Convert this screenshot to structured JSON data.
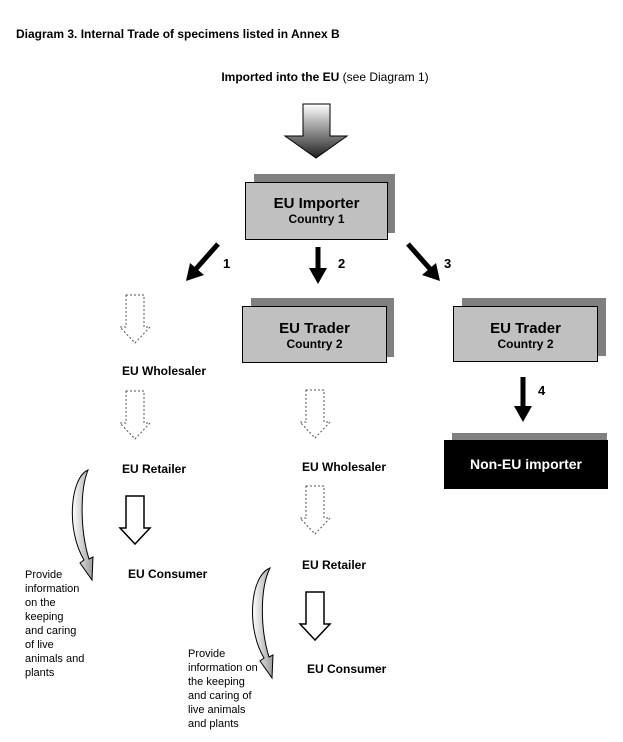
{
  "title": "Diagram 3. Internal Trade of specimens listed in Annex B",
  "imported": {
    "bold": "Imported into the EU",
    "rest": " (see Diagram 1)"
  },
  "importer": {
    "title": "EU Importer",
    "sub": "Country 1"
  },
  "routes": [
    "1",
    "2",
    "3",
    "4"
  ],
  "trader_a": {
    "title": "EU Trader",
    "sub": "Country 2"
  },
  "trader_b": {
    "title": "EU Trader",
    "sub": "Country 2"
  },
  "left_chain": {
    "wholesaler": "EU Wholesaler",
    "retailer": "EU Retailer",
    "consumer": "EU Consumer"
  },
  "middle_chain": {
    "wholesaler": "EU Wholesaler",
    "retailer": "EU Retailer",
    "consumer": "EU Consumer"
  },
  "non_eu": "Non-EU importer",
  "note_left": [
    "Provide",
    "information",
    "on the",
    "keeping",
    "and caring",
    "of live",
    "animals and",
    "plants"
  ],
  "note_mid": [
    "Provide",
    "information on",
    "the keeping",
    "and caring of",
    "live animals",
    "and plants"
  ]
}
